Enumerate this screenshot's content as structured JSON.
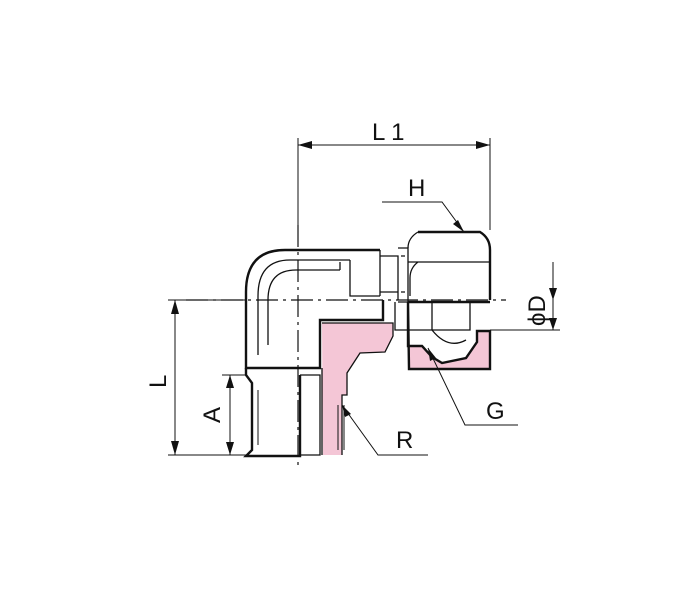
{
  "labels": {
    "l1": "L 1",
    "h": "H",
    "phi_d": "ϕD",
    "l": "L",
    "a": "A",
    "g": "G",
    "r": "R"
  },
  "colors": {
    "section_fill": "#f4c6d6",
    "line": "#111111",
    "background": "#ffffff"
  }
}
